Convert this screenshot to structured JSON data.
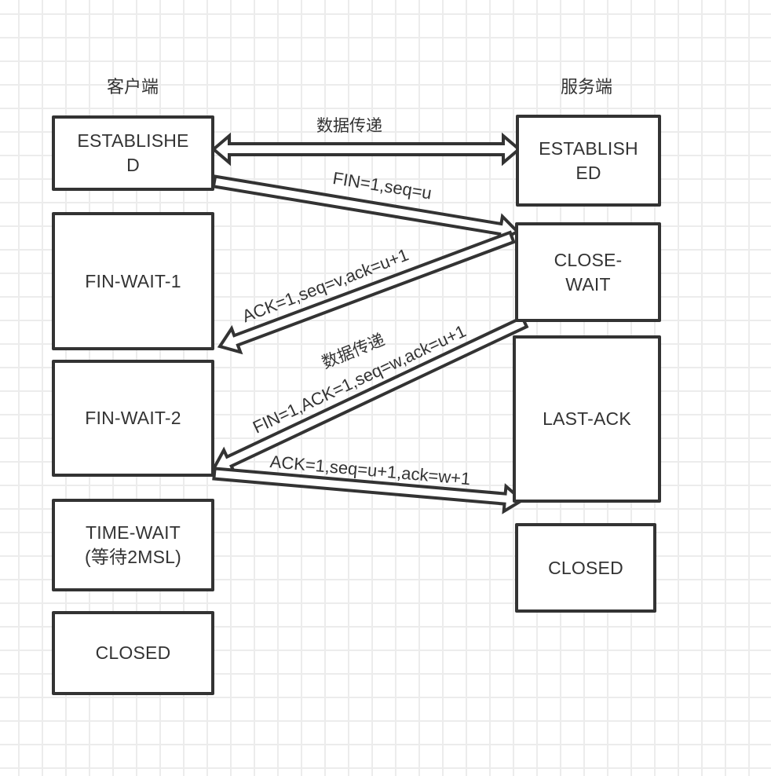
{
  "columns": {
    "client": "客户端",
    "server": "服务端"
  },
  "client_states": [
    {
      "label": "ESTABLISHE\nD"
    },
    {
      "label": "FIN-WAIT-1"
    },
    {
      "label": "FIN-WAIT-2"
    },
    {
      "label": "TIME-WAIT\n(等待2MSL)"
    },
    {
      "label": "CLOSED"
    }
  ],
  "server_states": [
    {
      "label": "ESTABLISH\nED"
    },
    {
      "label": "CLOSE-\nWAIT"
    },
    {
      "label": "LAST-ACK"
    },
    {
      "label": "CLOSED"
    }
  ],
  "messages": [
    {
      "label": "数据传递",
      "direction": "bidirectional",
      "from": "client",
      "to": "server"
    },
    {
      "label": "FIN=1,seq=u",
      "direction": "client-to-server",
      "from": "ESTABLISHED",
      "to": "CLOSE-WAIT"
    },
    {
      "label": "ACK=1,seq=v,ack=u+1",
      "direction": "server-to-client",
      "from": "CLOSE-WAIT",
      "to": "FIN-WAIT-1"
    },
    {
      "label": "数据传递",
      "direction": "server-to-client",
      "note": "data transfer"
    },
    {
      "label": "FIN=1,ACK=1,seq=w,ack=u+1",
      "direction": "server-to-client",
      "from": "CLOSE-WAIT",
      "to": "FIN-WAIT-2"
    },
    {
      "label": "ACK=1,seq=u+1,ack=w+1",
      "direction": "client-to-server",
      "from": "FIN-WAIT-2",
      "to": "LAST-ACK"
    }
  ],
  "colors": {
    "stroke": "#333333",
    "grid": "#ececec",
    "background": "#ffffff"
  }
}
